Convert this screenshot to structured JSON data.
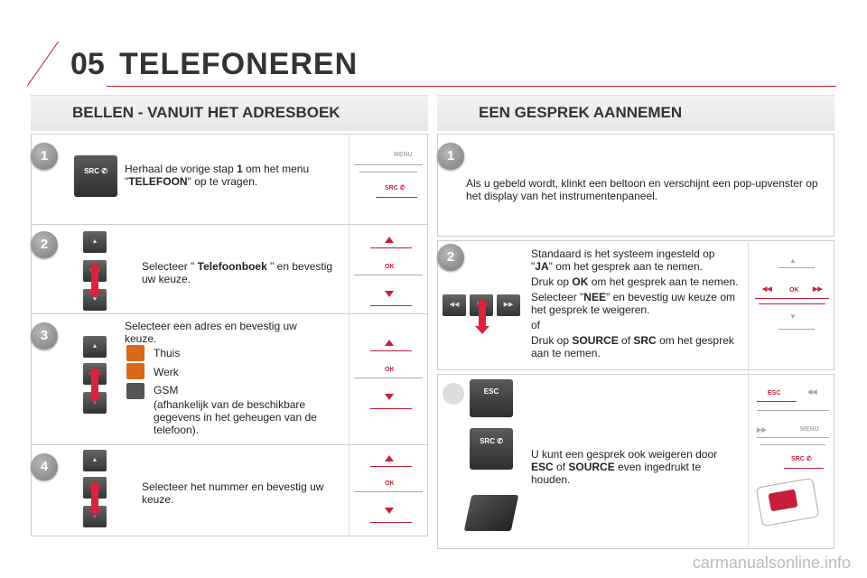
{
  "header": {
    "number": "05",
    "title": "TELEFONEREN"
  },
  "left": {
    "title": "BELLEN - VANUIT HET ADRESBOEK",
    "steps": [
      {
        "num": "1",
        "text_pre": "Herhaal de vorige stap ",
        "text_b1": "1",
        "text_mid": " om het menu \"",
        "text_b2": "TELEFOON",
        "text_post": "\" op te vragen."
      },
      {
        "num": "2",
        "text_pre": "Selecteer \" ",
        "text_b1": "Telefoonboek",
        "text_post": " \" en bevestig uw keuze."
      },
      {
        "num": "3",
        "text": "Selecteer een adres en bevestig uw keuze.",
        "items": [
          "Thuis",
          "Werk",
          "GSM"
        ],
        "note": "(afhankelijk van de beschikbare gegevens in het geheugen van de telefoon)."
      },
      {
        "num": "4",
        "text": "Selecteer het nummer en bevestig uw keuze."
      }
    ]
  },
  "right": {
    "title": "EEN GESPREK AANNEMEN",
    "steps": [
      {
        "num": "1",
        "text": "Als u gebeld wordt, klinkt een beltoon en verschijnt een pop-upvenster op het display van het instrumentenpaneel."
      },
      {
        "num": "2",
        "p1_pre": "Standaard is het systeem ingesteld op \"",
        "p1_b": "JA",
        "p1_post": "\" om het gesprek aan te nemen.",
        "p2_pre": "Druk op ",
        "p2_b": "OK",
        "p2_post": " om het gesprek aan te nemen.",
        "p3_pre": "Selecteer \"",
        "p3_b": "NEE",
        "p3_post": "\" en bevestig uw keuze om het gesprek te weigeren.",
        "p4": "of",
        "p5_pre": "Druk op ",
        "p5_b1": "SOURCE",
        "p5_mid": " of ",
        "p5_b2": "SRC",
        "p5_post": " om het gesprek aan te nemen."
      },
      {
        "p_pre": "U kunt een gesprek ook weigeren door ",
        "p_b1": "ESC",
        "p_mid": " of ",
        "p_b2": "SOURCE",
        "p_post": " even ingedrukt te houden."
      }
    ]
  },
  "buttons": {
    "src": "SRC",
    "ok": "OK",
    "esc": "ESC",
    "menu": "MENU",
    "up": "▲",
    "down": "▼"
  },
  "watermark": "carmanualsonline.info",
  "colors": {
    "accent": "#c61f3b",
    "arrow": "#d8243c"
  }
}
